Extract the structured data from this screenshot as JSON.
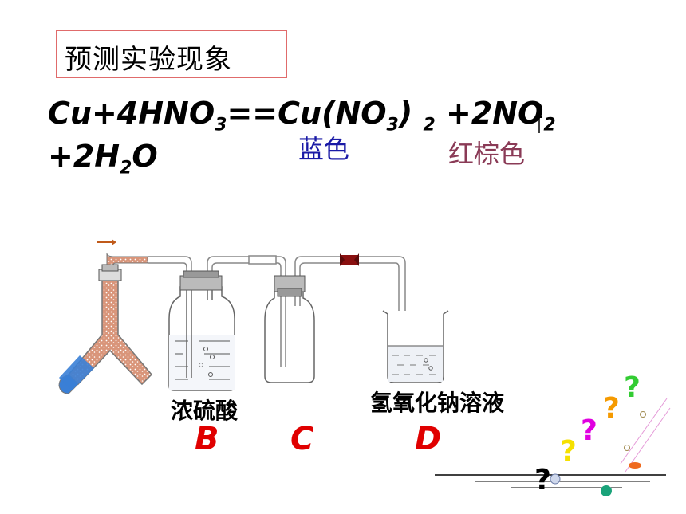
{
  "title": "预测实验现象",
  "equation": {
    "line1": [
      "Cu+4HNO",
      "3",
      "==Cu(NO",
      "3",
      ") ",
      "2",
      " +2NO",
      "2"
    ],
    "line2": [
      "+2H",
      "2",
      "O"
    ],
    "product_blue": "蓝色",
    "product_red": "红棕色"
  },
  "reagents": {
    "bottle_b": "浓硫酸",
    "beaker_d": "氢氧化钠溶液"
  },
  "labels": [
    "B",
    "C",
    "D"
  ],
  "question_marks": [
    "?",
    "?",
    "?",
    "?",
    "?"
  ],
  "colors": {
    "title_border": "#e06b6b",
    "blue_text": "#1a1aa6",
    "red_brown_text": "#8a3a56",
    "label_red": "#e00000",
    "q_yellow": "#f5e000",
    "q_magenta": "#e000e0",
    "q_orange": "#f59a00",
    "q_green": "#33cc33",
    "q_black": "#000000"
  }
}
